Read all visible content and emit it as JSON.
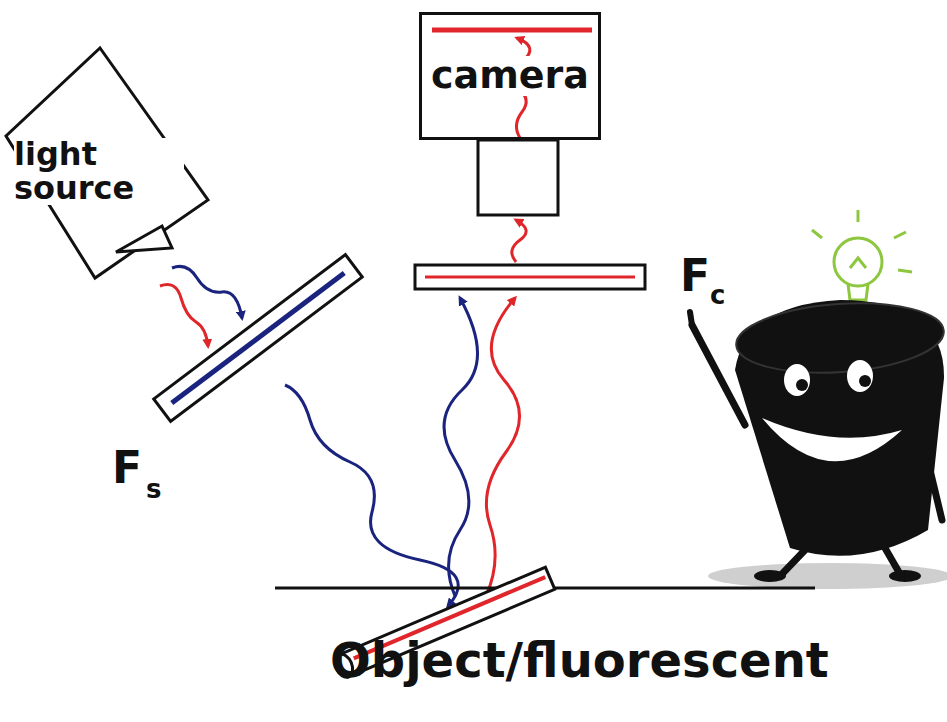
{
  "diagram": {
    "nodes": [
      {
        "text": [
          "light source"
        ]
      },
      {
        "text": [
          "camera"
        ]
      }
    ],
    "labels": [
      "F",
      "s",
      "F",
      "c",
      "Object/fluorescent"
    ]
  }
}
